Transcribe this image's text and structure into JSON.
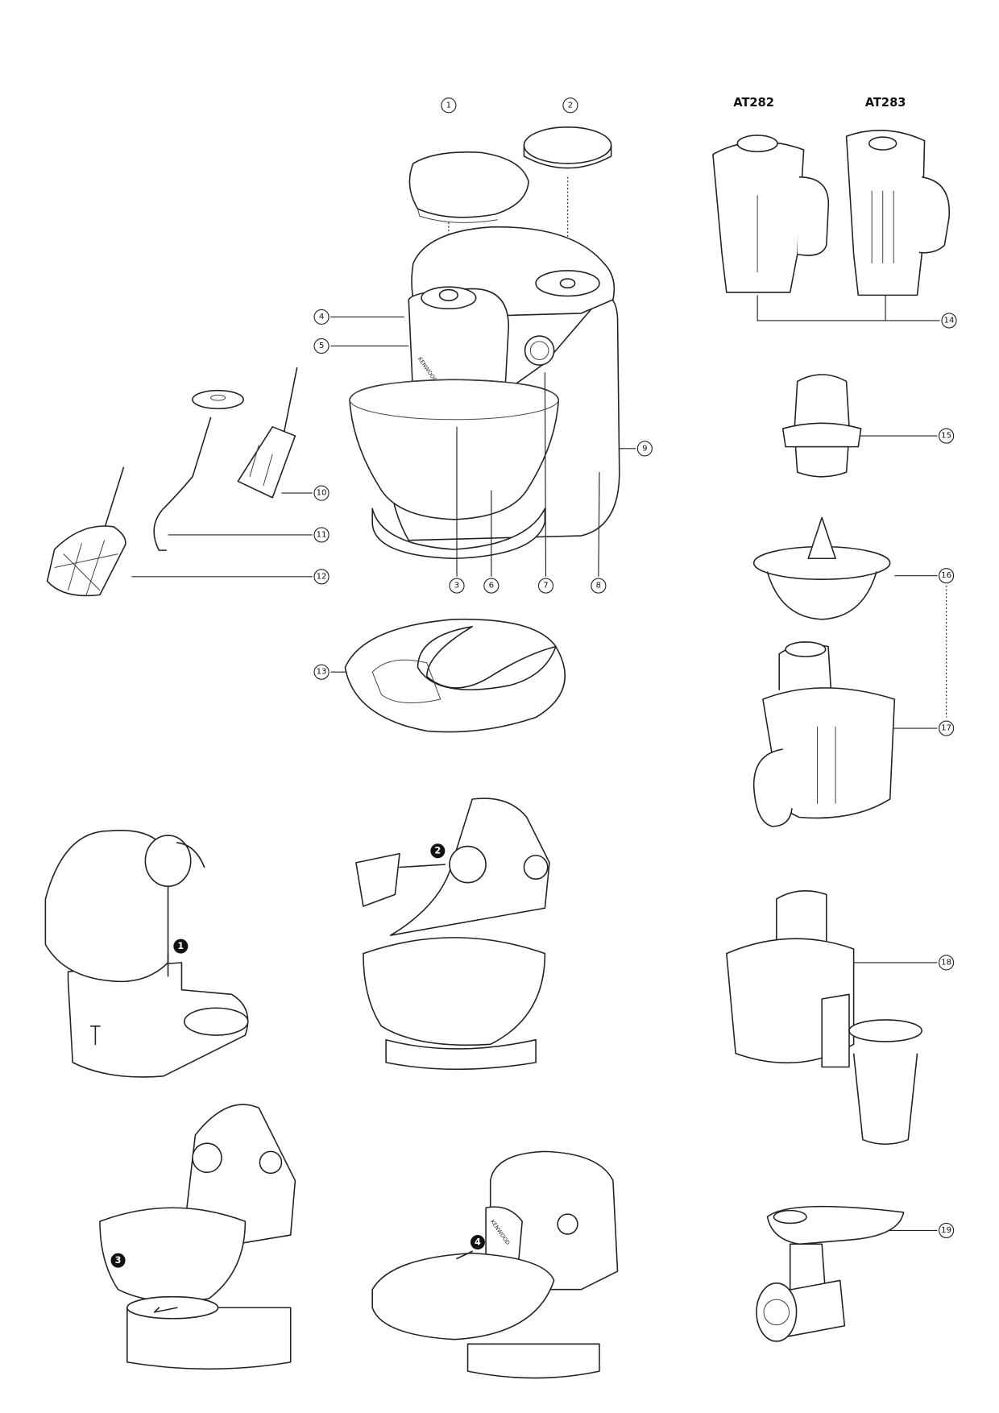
{
  "models": {
    "left": "AT282",
    "right": "AT283"
  },
  "brand_logo": "KENWOOD",
  "callouts": [
    "1",
    "2",
    "3",
    "4",
    "5",
    "6",
    "7",
    "8",
    "9",
    "10",
    "11",
    "12",
    "13",
    "14",
    "15",
    "16",
    "17",
    "18",
    "19"
  ],
  "steps": [
    "1",
    "2",
    "3",
    "4"
  ]
}
